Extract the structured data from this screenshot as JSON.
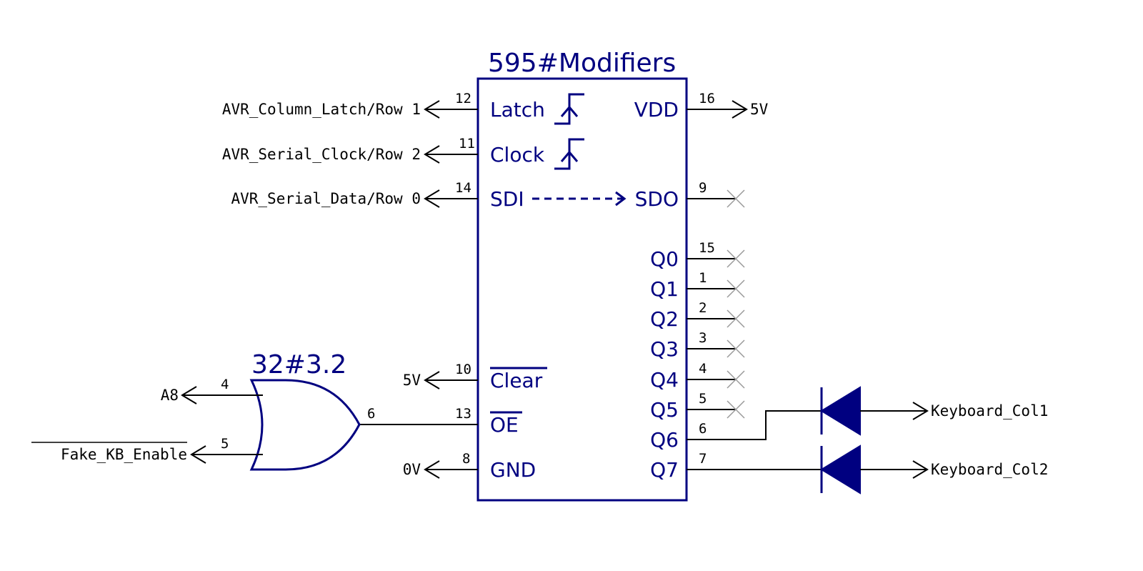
{
  "ic": {
    "title": "595#Modifiers",
    "pins": {
      "latch": {
        "label": "Latch",
        "num": "12",
        "net": "AVR_Column_Latch/Row 1"
      },
      "clock": {
        "label": "Clock",
        "num": "11",
        "net": "AVR_Serial_Clock/Row 2"
      },
      "sdi": {
        "label": "SDI",
        "num": "14",
        "net": "AVR_Serial_Data/Row 0"
      },
      "clear": {
        "label": "Clear",
        "num": "10",
        "net": "5V"
      },
      "oe": {
        "label": "OE",
        "num": "13"
      },
      "gnd": {
        "label": "GND",
        "num": "8",
        "net": "0V"
      },
      "vdd": {
        "label": "VDD",
        "num": "16",
        "net": "5V"
      },
      "sdo": {
        "label": "SDO",
        "num": "9"
      },
      "q0": {
        "label": "Q0",
        "num": "15"
      },
      "q1": {
        "label": "Q1",
        "num": "1"
      },
      "q2": {
        "label": "Q2",
        "num": "2"
      },
      "q3": {
        "label": "Q3",
        "num": "3"
      },
      "q4": {
        "label": "Q4",
        "num": "4"
      },
      "q5": {
        "label": "Q5",
        "num": "5"
      },
      "q6": {
        "label": "Q6",
        "num": "6"
      },
      "q7": {
        "label": "Q7",
        "num": "7"
      }
    }
  },
  "gate": {
    "title": "32#3.2",
    "in_a": {
      "num": "4",
      "net": "A8"
    },
    "in_b": {
      "num": "5",
      "net": "Fake_KB_Enable"
    },
    "out": {
      "num": "6"
    }
  },
  "diodes": {
    "d1": {
      "net": "Keyboard_Col1"
    },
    "d2": {
      "net": "Keyboard_Col2"
    }
  },
  "colors": {
    "symbol": "#000080",
    "wire": "#000000",
    "no_connect": "#9a9a9a"
  }
}
